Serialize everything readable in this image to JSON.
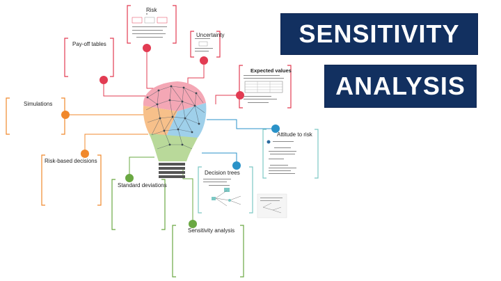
{
  "title": {
    "line1": "SENSITIVITY",
    "line2": "ANALYSIS"
  },
  "colors": {
    "banner": "#123060",
    "red": "#e23b52",
    "orange": "#f0882c",
    "green": "#6aa842",
    "blue": "#2a92c8",
    "teal": "#7cc8c4",
    "gray": "#bbbbbb"
  },
  "nodes": {
    "risk": "Risk",
    "uncertainty": "Uncertainty",
    "expected_values": "Expected values",
    "payoff_tables": "Pay-off tables",
    "simulations": "Simulations",
    "risk_based_decisions": "Risk-based decisions",
    "standard_deviations": "Standard deviations",
    "sensitivity_analysis": "Sensitivity analysis",
    "decision_trees": "Decision trees",
    "attitude_to_risk": "Attitude to risk"
  }
}
